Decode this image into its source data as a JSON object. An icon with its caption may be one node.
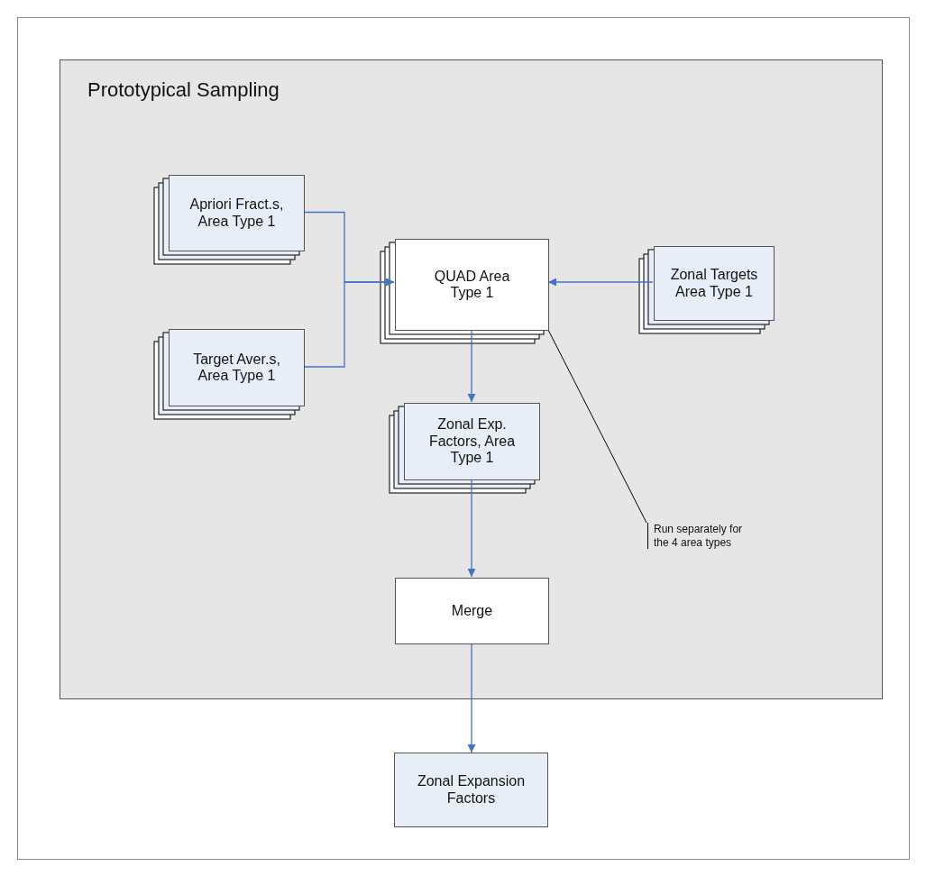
{
  "diagram": {
    "nodes": [
      {
        "text": [
          "Prototypical Sampling"
        ]
      },
      {
        "text": [
          "Apriori Fract.s, Area Type 1"
        ],
        "in": 0
      },
      {
        "text": [
          "Target Aver.s, Area Type 1"
        ],
        "in": 0
      },
      {
        "text": [
          "QUAD Area Type 1"
        ],
        "in": 0
      },
      {
        "text": [
          "Zonal Targets Area Type 1"
        ],
        "in": 0
      },
      {
        "text": [
          "Zonal Exp. Factors, Area Type 1"
        ],
        "in": 0
      },
      {
        "text": [
          "Merge"
        ],
        "in": 0
      },
      {
        "text": [
          "Zonal Expansion Factors"
        ]
      },
      {
        "text": [
          "Run separately for the 4 area types"
        ],
        "in": 0
      }
    ],
    "edges": [
      {
        "from": 1,
        "to": 3,
        "arrow": "to"
      },
      {
        "from": 2,
        "to": 3,
        "arrow": "to"
      },
      {
        "from": 4,
        "to": 3,
        "arrow": "to"
      },
      {
        "from": 3,
        "to": 5,
        "arrow": "to"
      },
      {
        "from": 5,
        "to": 6,
        "arrow": "to"
      },
      {
        "from": 6,
        "to": 7,
        "arrow": "to"
      },
      {
        "from": 8,
        "to": 3,
        "arrow": "none",
        "color": "#000000"
      }
    ]
  }
}
